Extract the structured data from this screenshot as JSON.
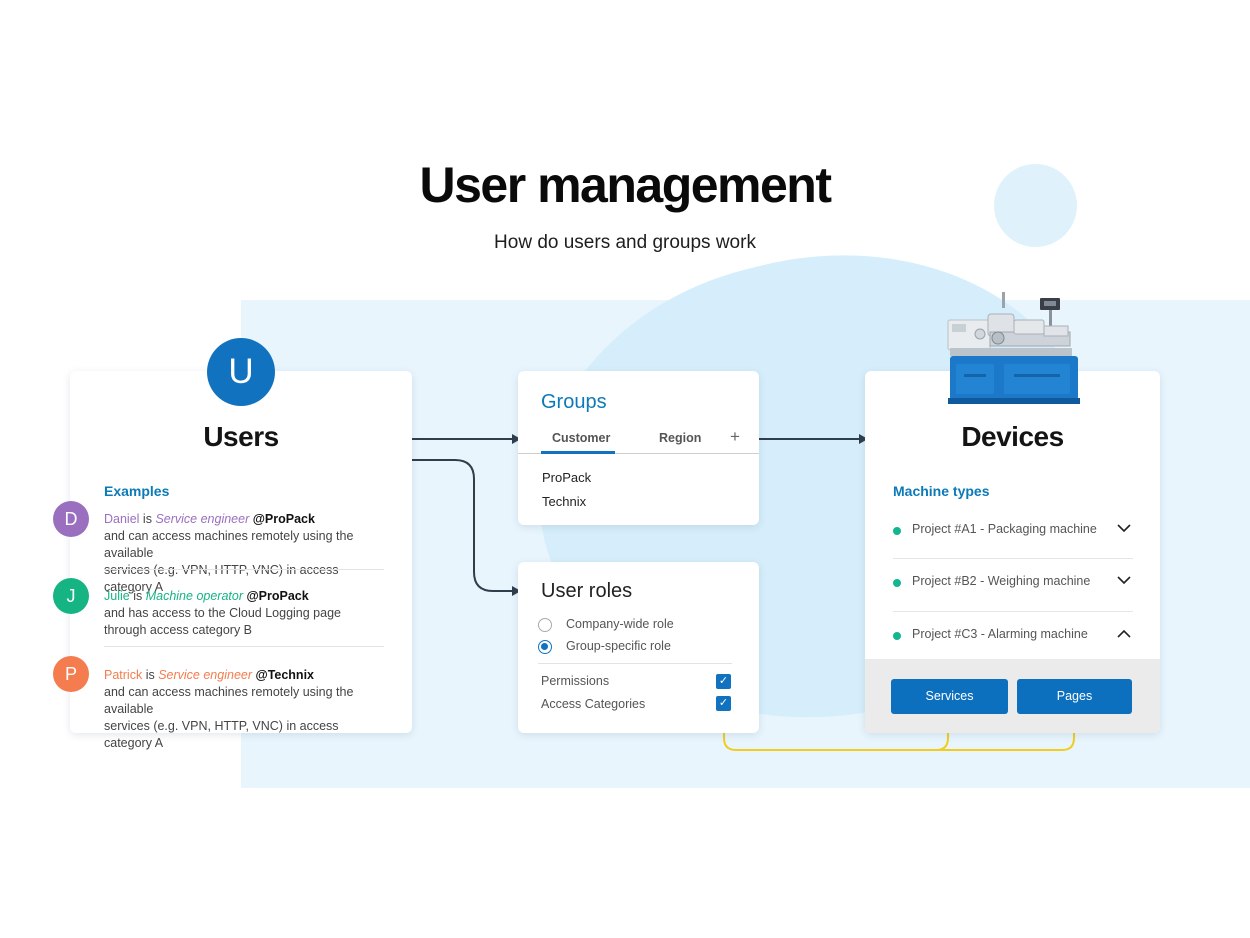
{
  "header": {
    "title": "User management",
    "subtitle": "How do users and groups work"
  },
  "users": {
    "avatar_letter": "U",
    "heading": "Users",
    "examples_label": "Examples",
    "examples": [
      {
        "letter": "D",
        "name": "Daniel",
        "is": "is",
        "role": "Service engineer",
        "company": "@ProPack",
        "line1": "and can access machines remotely using the available",
        "line2": "services (e.g. VPN, HTTP, VNC) in access category A",
        "color": "#9b6fc0"
      },
      {
        "letter": "J",
        "name": "Julie",
        "is": "is",
        "role": "Machine operator",
        "company": "@ProPack",
        "line1": "and has access to the Cloud Logging page",
        "line2": "through access category B",
        "color": "#16b383"
      },
      {
        "letter": "P",
        "name": "Patrick",
        "is": "is",
        "role": "Service engineer",
        "company": "@Technix",
        "line1": "and can access machines remotely using the available",
        "line2": "services (e.g. VPN, HTTP, VNC) in access category A",
        "color": "#f47c4e"
      }
    ]
  },
  "groups": {
    "title": "Groups",
    "tabs": [
      "Customer",
      "Region"
    ],
    "add_symbol": "+",
    "items": [
      "ProPack",
      "Technix"
    ]
  },
  "roles": {
    "title": "User roles",
    "radios": [
      {
        "label": "Company-wide role",
        "selected": false
      },
      {
        "label": "Group-specific role",
        "selected": true
      }
    ],
    "checks": [
      {
        "label": "Permissions",
        "checked": true
      },
      {
        "label": "Access Categories",
        "checked": true
      }
    ]
  },
  "devices": {
    "heading": "Devices",
    "machine_types_label": "Machine types",
    "machines": [
      {
        "label": "Project #A1 - Packaging machine",
        "chevron": "down"
      },
      {
        "label": "Project #B2 - Weighing machine",
        "chevron": "down"
      },
      {
        "label": "Project #C3 - Alarming machine",
        "chevron": "up"
      }
    ],
    "buttons": [
      "Services",
      "Pages"
    ]
  },
  "colors": {
    "primary_blue": "#1173bf",
    "accent_blue": "#0c7ab8",
    "connector_dark": "#2f3e4b",
    "connector_yellow": "#f2cd1f",
    "status_green": "#14b592"
  }
}
